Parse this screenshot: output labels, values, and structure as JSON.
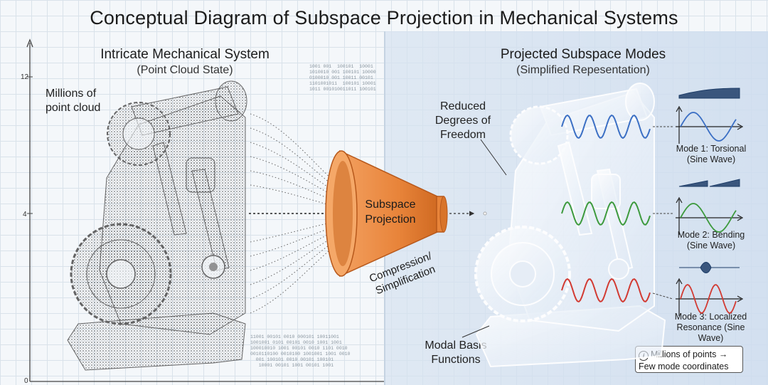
{
  "title": "Conceptual Diagram of Subspace Projection in Mechanical Systems",
  "left": {
    "title": "Intricate Mechanical System",
    "subtitle": "(Point Cloud State)",
    "annotation": "Millions of point cloud",
    "axis_ticks": [
      "12",
      "4",
      "0"
    ],
    "binary_top": "1001 001  100101  10001\n1010010 001 100101 10000\n0100010 001 10011 00101\n1101001011  100101 10001\n1011 001010011011 100101",
    "binary_bottom": "11001 00101 0010 000101 10011001\n1001001 0101 00101 0010 1001 1001\n100010010 1001 00101 0010 1101 0010\n0010110100 0010100 1001001 1001 0010\n  001 100101 0010 00101 100101\n   10001 00101 1001 00101 1001"
  },
  "funnel": {
    "label": "Subspace Projection",
    "caption": "Compression/ Simplification",
    "color": "#e8843a"
  },
  "right": {
    "title": "Projected Subspace Modes",
    "subtitle": "(Simplified Repesentation)",
    "reduced_label": "Reduced Degrees of Freedom",
    "modal_label": "Modal Basis Functions",
    "modes": [
      {
        "caption": "Mode 1: Torsional (Sine Wave)",
        "color": "#3b6fc4"
      },
      {
        "caption": "Mode 2: Bending (Sine Wave)",
        "color": "#3d9a3d"
      },
      {
        "caption": "Mode 3: Localized Resonance (Sine Wave)",
        "color": "#d23a32"
      }
    ],
    "info": "Millions of points → Few mode coordinates"
  },
  "icons": {
    "info": "info-icon",
    "arrow": "arrow-right-icon"
  }
}
